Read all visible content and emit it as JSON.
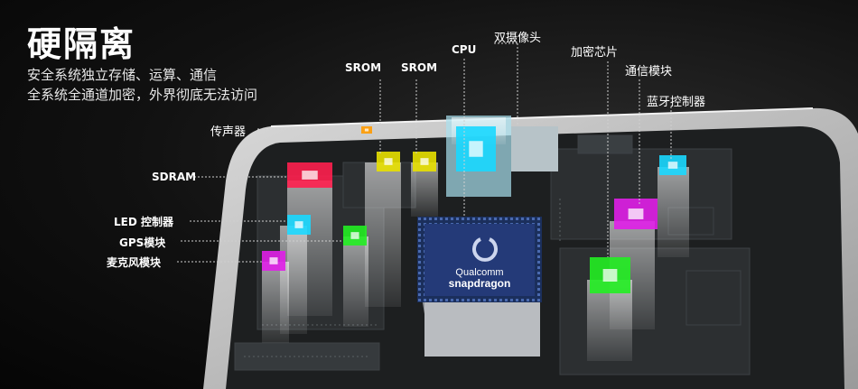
{
  "title": "硬隔离",
  "subtitle_lines": [
    "安全系统独立存储、运算、通信",
    "全系统全通道加密，外界彻底无法访问"
  ],
  "chip_brand": [
    "Qualcomm",
    "snapdragon"
  ],
  "labels": {
    "speaker": "传声器",
    "sdram": "SDRAM",
    "led": "LED 控制器",
    "gps": "GPS模块",
    "mic": "麦克风模块",
    "srom1": "SROM",
    "srom2": "SROM",
    "cpu": "CPU",
    "camera": "双摄像头",
    "crypto": "加密芯片",
    "comm": "通信模块",
    "bluetooth": "蓝牙控制器"
  },
  "colors": {
    "red": "#ff1f4e",
    "yellow": "#e8e000",
    "cyan": "#19d8ff",
    "green": "#22ee22",
    "magenta": "#e01fe8",
    "orange": "#ff9a00"
  }
}
